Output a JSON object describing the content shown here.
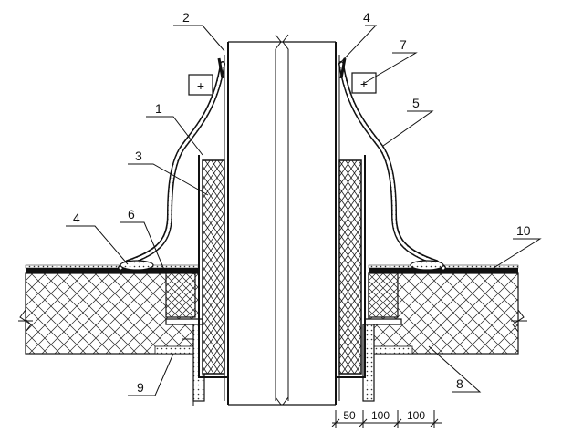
{
  "callouts": {
    "c1": "1",
    "c2": "2",
    "c3": "3",
    "c4_left": "4",
    "c4_top": "4",
    "c5": "5",
    "c6": "6",
    "c7": "7",
    "c8": "8",
    "c9": "9",
    "c10": "10"
  },
  "dimensions": {
    "d50": "50",
    "d100a": "100",
    "d100b": "100"
  },
  "bolt_symbol": "+",
  "colors": {
    "ink": "#111111",
    "paper": "#ffffff",
    "pipe_fill": "#ffffff"
  }
}
